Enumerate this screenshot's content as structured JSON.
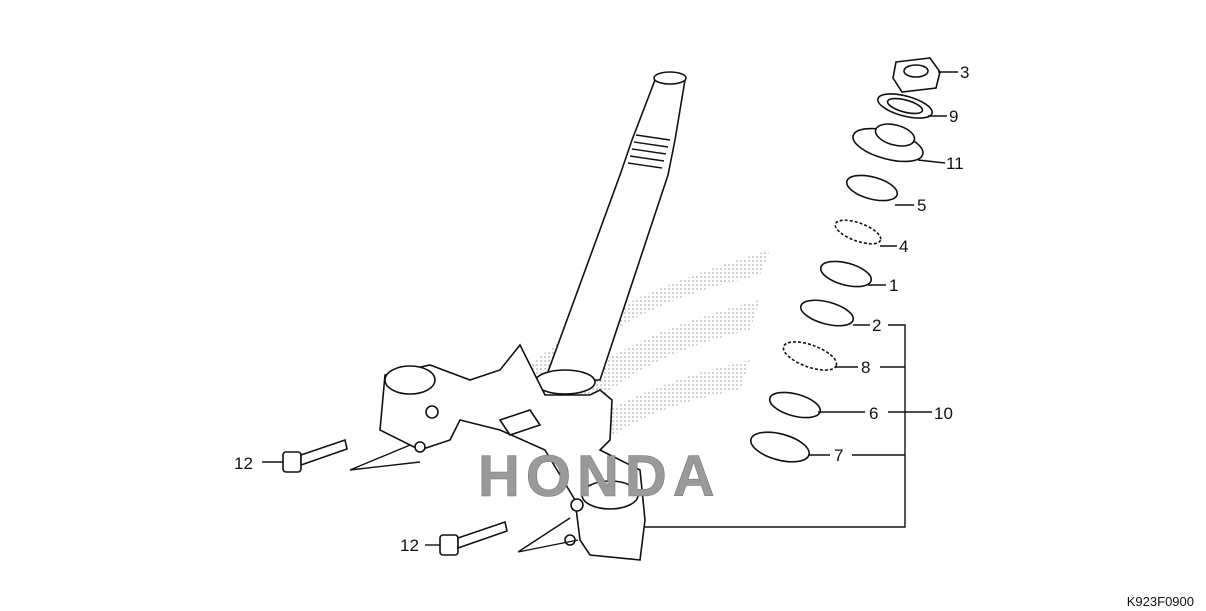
{
  "diagram_code": "K923F0900",
  "watermark": "HONDA",
  "callouts": [
    {
      "ref": "3"
    },
    {
      "ref": "9"
    },
    {
      "ref": "11"
    },
    {
      "ref": "5"
    },
    {
      "ref": "4"
    },
    {
      "ref": "1"
    },
    {
      "ref": "2"
    },
    {
      "ref": "8"
    },
    {
      "ref": "6"
    },
    {
      "ref": "10"
    },
    {
      "ref": "7"
    },
    {
      "ref": "12"
    },
    {
      "ref": "12"
    }
  ]
}
